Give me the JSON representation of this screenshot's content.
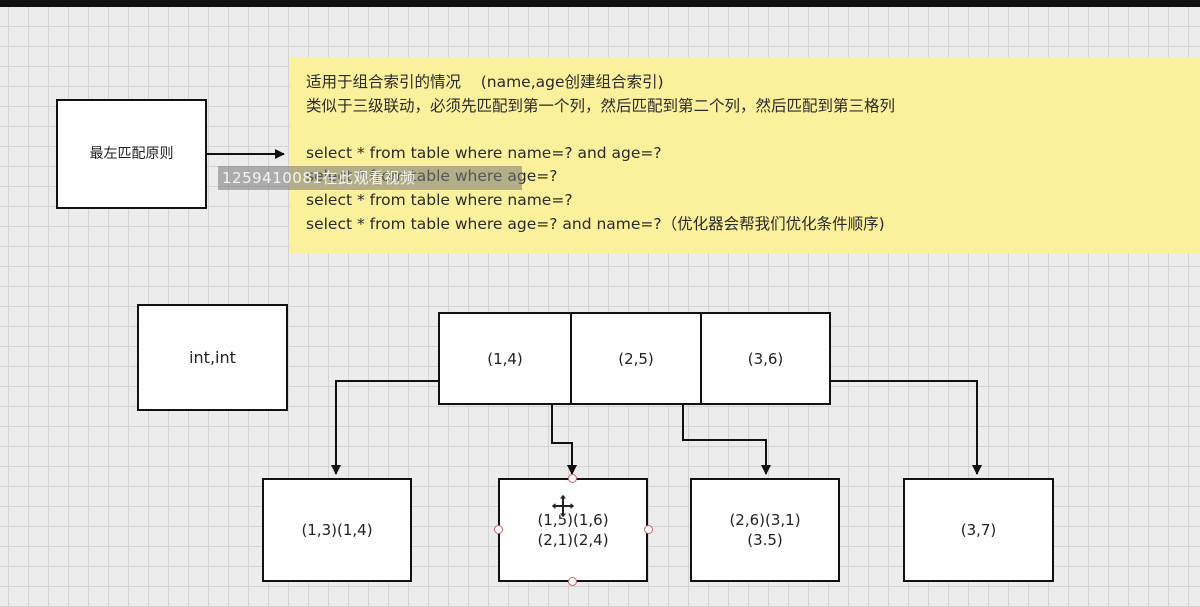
{
  "left_rule_box": {
    "label": "最左匹配原则"
  },
  "note": {
    "lines": [
      "适用于组合索引的情况    (name,age创建组合索引)",
      "类似于三级联动，必须先匹配到第一个列，然后匹配到第二个列，然后匹配到第三格列",
      "",
      "select * from table where name=? and age=?",
      "select * from table where age=?",
      "select * from table where name=?",
      "select * from table where age=? and name=?（优化器会帮我们优化条件顺序)"
    ]
  },
  "watermark": {
    "text": "1259410081在此观看视频"
  },
  "type_box": {
    "label": "int,int"
  },
  "root_node": {
    "keys": [
      "(1,4)",
      "(2,5)",
      "(3,6)"
    ]
  },
  "leaf_nodes": [
    {
      "lines": [
        "(1,3)(1,4)"
      ]
    },
    {
      "lines": [
        "(1,5)(1,6)",
        "(2,1)(2,4)"
      ]
    },
    {
      "lines": [
        "(2,6)(3,1)",
        "(3.5)"
      ]
    },
    {
      "lines": [
        "(3,7)"
      ]
    }
  ],
  "icons": {
    "arrow": "arrow-right-icon",
    "cursor": "move-cursor-icon"
  }
}
